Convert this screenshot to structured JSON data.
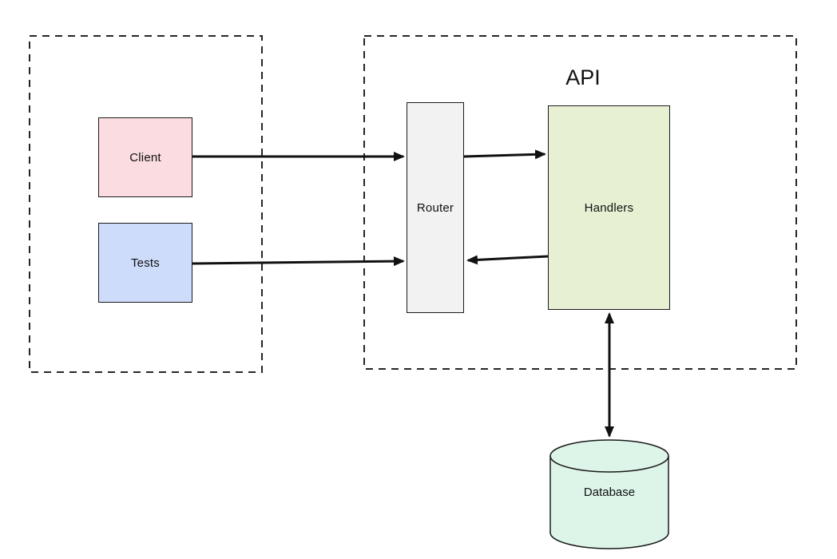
{
  "diagram": {
    "groups": {
      "left": {
        "label": ""
      },
      "api": {
        "label": "API"
      }
    },
    "nodes": {
      "client": {
        "label": "Client",
        "fill": "#fbdce0",
        "shape": "rectangle"
      },
      "tests": {
        "label": "Tests",
        "fill": "#cddcfa",
        "shape": "rectangle"
      },
      "router": {
        "label": "Router",
        "fill": "#f2f2f2",
        "shape": "rectangle"
      },
      "handlers": {
        "label": "Handlers",
        "fill": "#e7f0d3",
        "shape": "rectangle"
      },
      "database": {
        "label": "Database",
        "fill": "#ddf5e9",
        "shape": "cylinder"
      }
    },
    "edges": [
      {
        "from": "client",
        "to": "router",
        "direction": "forward"
      },
      {
        "from": "tests",
        "to": "router",
        "direction": "forward"
      },
      {
        "from": "router",
        "to": "handlers",
        "direction": "forward"
      },
      {
        "from": "handlers",
        "to": "router",
        "direction": "forward"
      },
      {
        "from": "handlers",
        "to": "database",
        "direction": "both"
      }
    ],
    "colors": {
      "edge_stroke": "#111111",
      "boundary_stroke": "#262626",
      "node_border": "#1a1a1a"
    }
  }
}
